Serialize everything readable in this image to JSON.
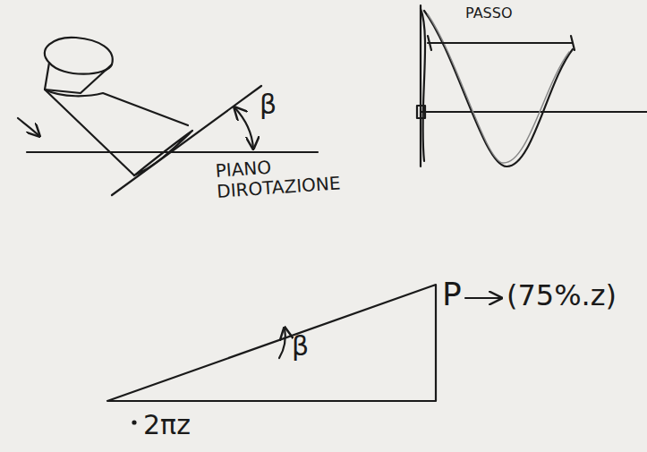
{
  "diagram": {
    "labels": [
      "β",
      "PIANO DIROTAZIONE",
      "PASSO",
      "β",
      "P",
      "(75%.z)",
      "2πz"
    ]
  }
}
